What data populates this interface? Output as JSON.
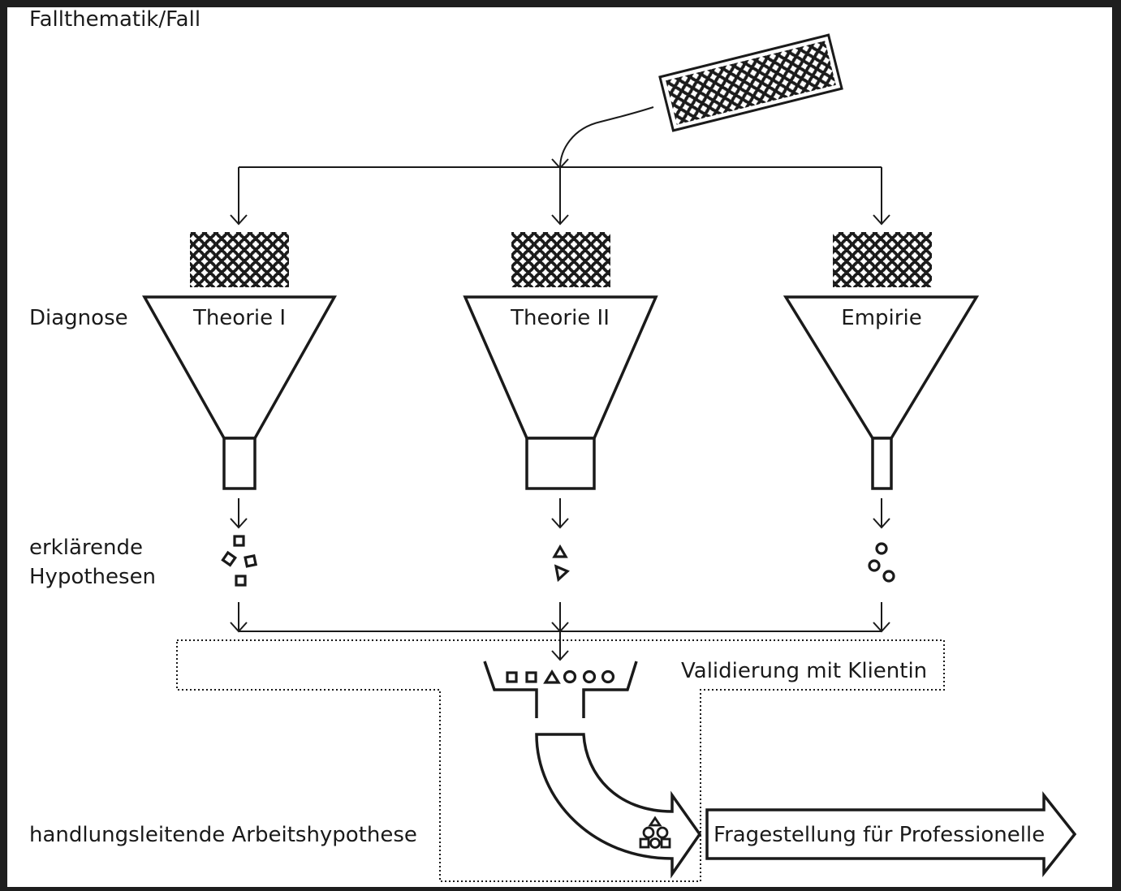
{
  "title": "Fallthematik/Fall",
  "row_labels": {
    "diagnose": "Diagnose",
    "hypotheses_line1": "erklärende",
    "hypotheses_line2": "Hypothesen",
    "working_hypothesis": "handlungsleitende Arbeitshypothese"
  },
  "funnels": [
    {
      "label": "Theorie I",
      "output_shape": "square",
      "output_count": 4
    },
    {
      "label": "Theorie II",
      "output_shape": "triangle",
      "output_count": 2
    },
    {
      "label": "Empirie",
      "output_shape": "circle",
      "output_count": 3
    }
  ],
  "validation": {
    "label": "Validierung mit Klientin",
    "contents": [
      "square",
      "square",
      "triangle",
      "circle",
      "circle",
      "circle"
    ]
  },
  "result": {
    "label": "Fragestellung für Professionelle",
    "combined_symbol": "stacked-shapes-icon"
  },
  "colors": {
    "stroke": "#1a1a1a",
    "background": "#ffffff",
    "frame": "#1e1e1e"
  }
}
